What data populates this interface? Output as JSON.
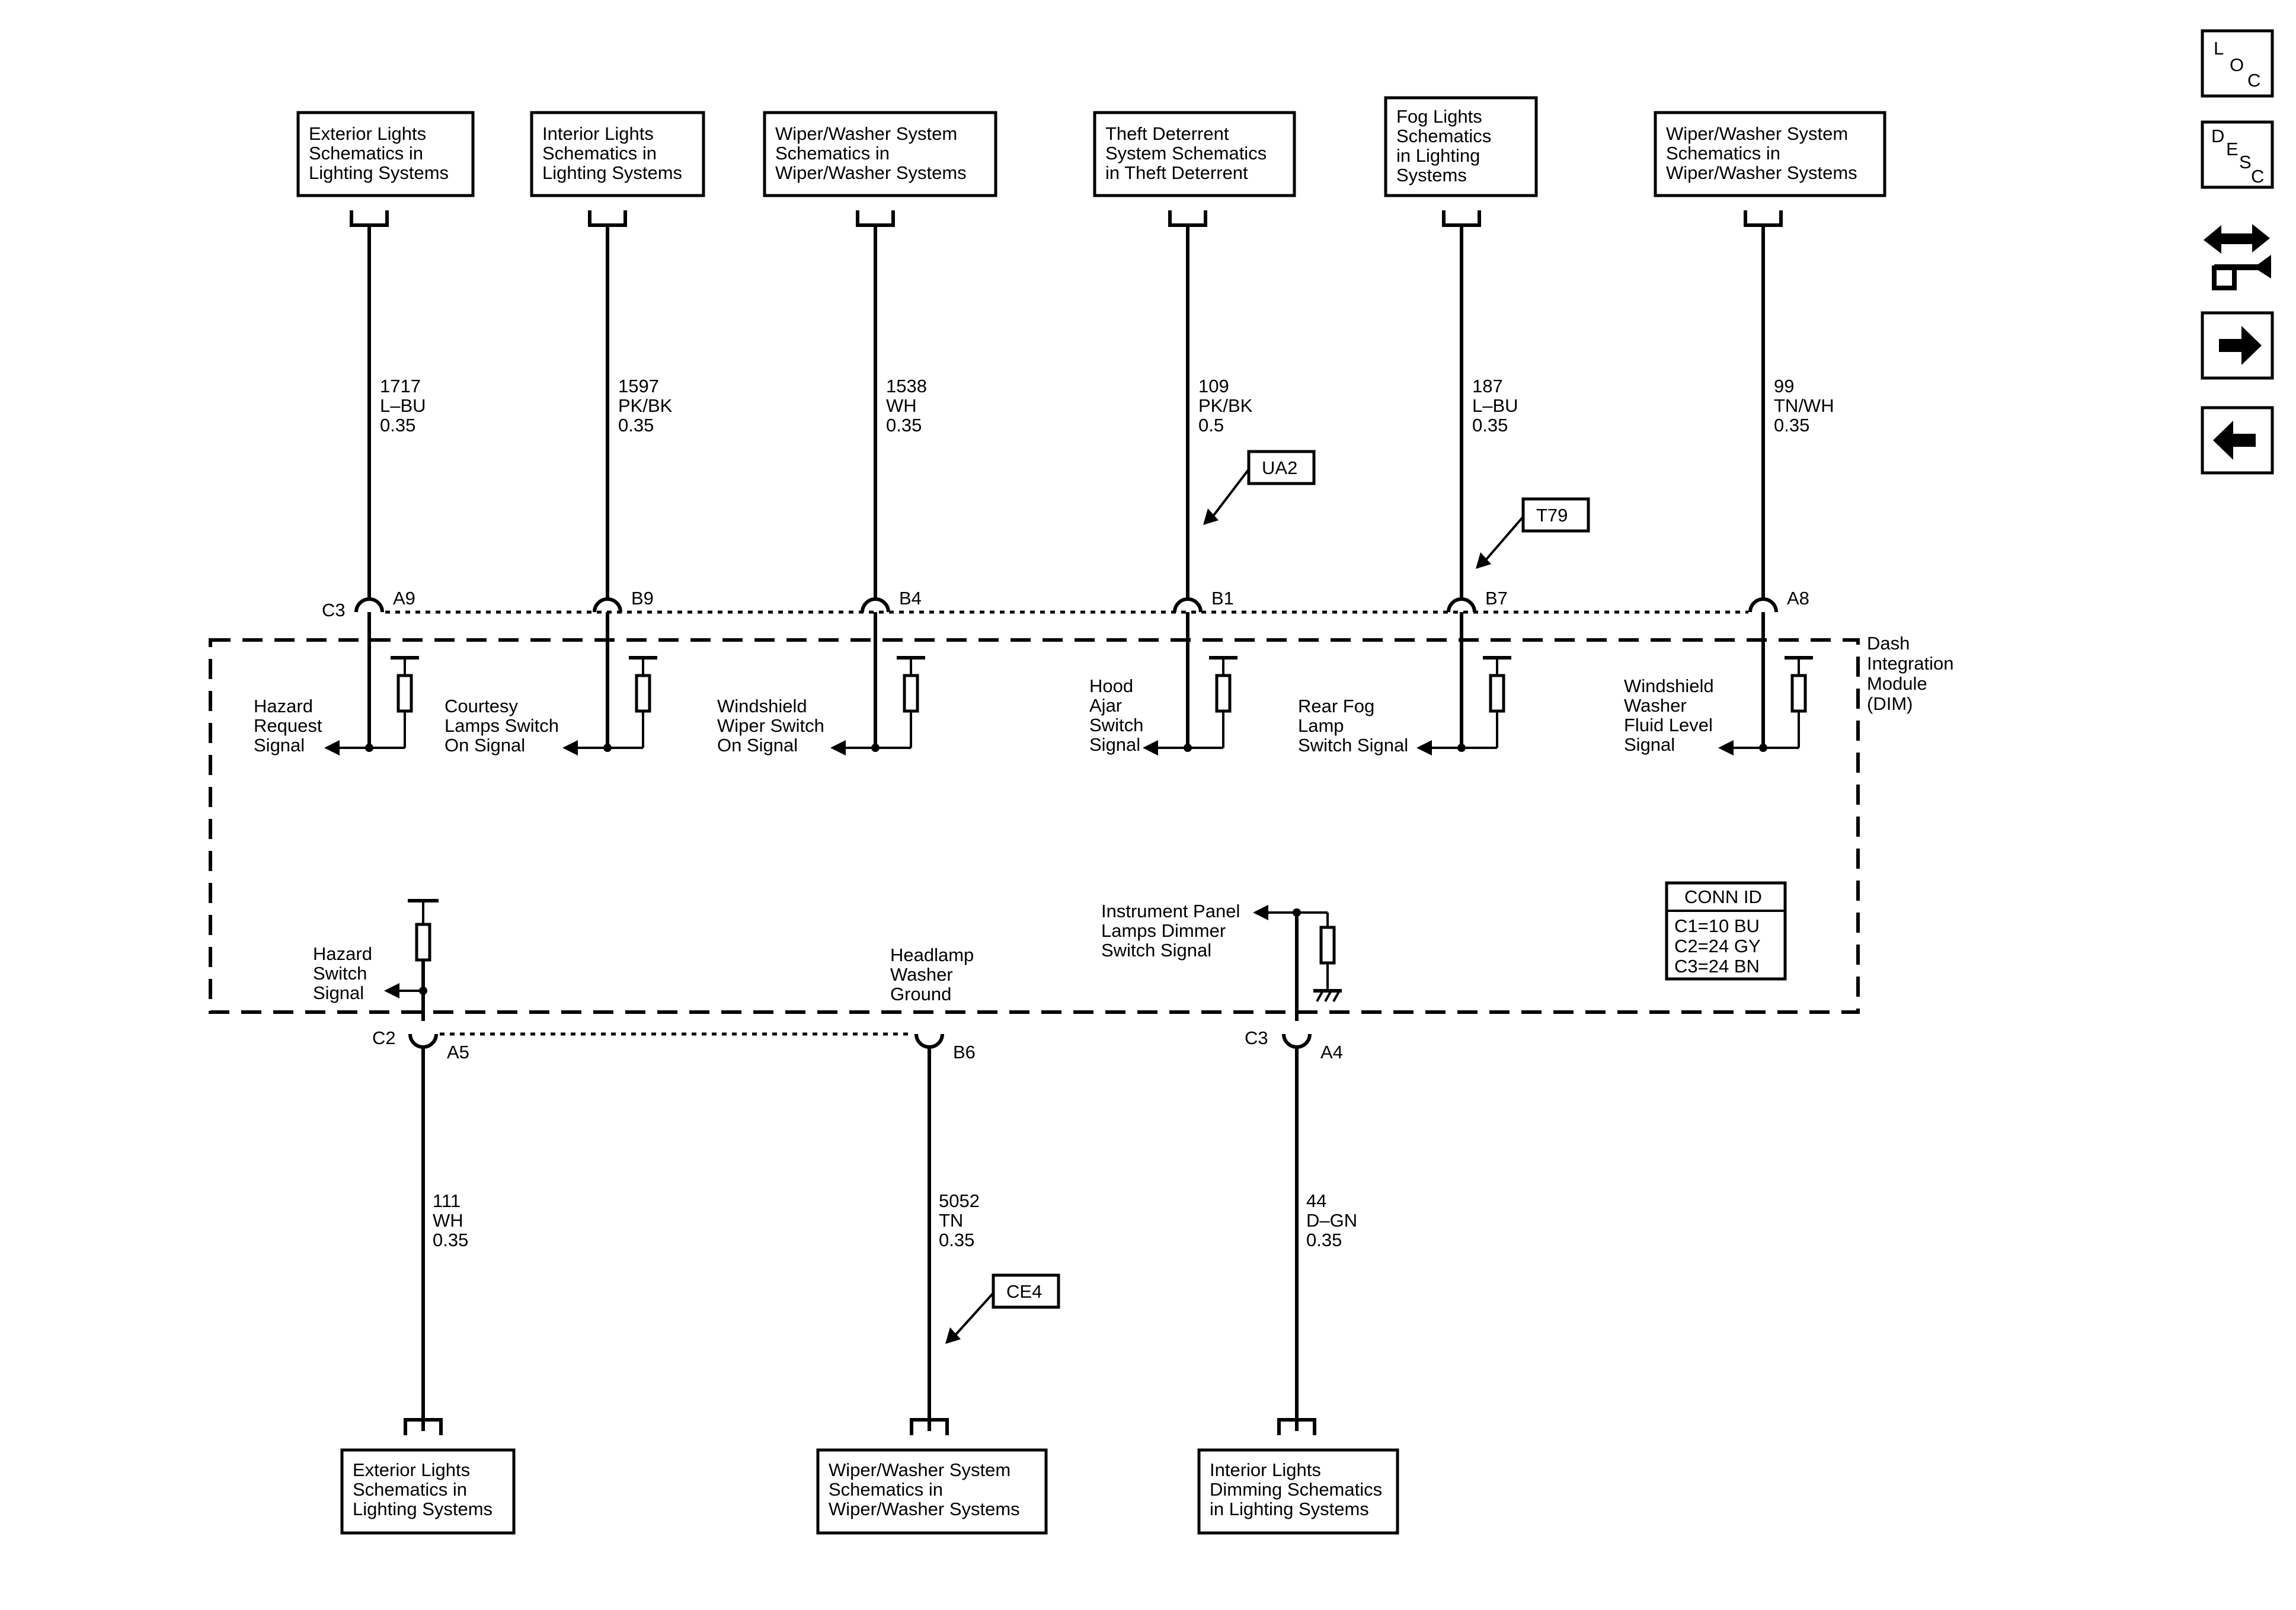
{
  "top_destinations": [
    [
      "Exterior Lights",
      "Schematics in",
      "Lighting Systems"
    ],
    [
      "Interior Lights",
      "Schematics in",
      "Lighting Systems"
    ],
    [
      "Wiper/Washer System",
      "Schematics in",
      "Wiper/Washer Systems"
    ],
    [
      "Theft Deterrent",
      "System Schematics",
      "in Theft Deterrent"
    ],
    [
      "Fog Lights",
      "Schematics",
      "in Lighting",
      "Systems"
    ],
    [
      "Wiper/Washer System",
      "Schematics in",
      "Wiper/Washer Systems"
    ]
  ],
  "top_wires": [
    [
      "1717",
      "L–BU",
      "0.35"
    ],
    [
      "1597",
      "PK/BK",
      "0.35"
    ],
    [
      "1538",
      "WH",
      "0.35"
    ],
    [
      "109",
      "PK/BK",
      "0.5"
    ],
    [
      "187",
      "L–BU",
      "0.35"
    ],
    [
      "99",
      "TN/WH",
      "0.35"
    ]
  ],
  "top_connector": "C3",
  "top_pins": [
    "A9",
    "B9",
    "B4",
    "B1",
    "B7",
    "A8"
  ],
  "top_signals": [
    [
      "Hazard",
      "Request",
      "Signal"
    ],
    [
      "Courtesy",
      "Lamps Switch",
      "On Signal"
    ],
    [
      "Windshield",
      "Wiper Switch",
      "On Signal"
    ],
    [
      "Hood",
      "Ajar",
      "Switch",
      "Signal"
    ],
    [
      "Rear Fog",
      "Lamp",
      "Switch Signal"
    ],
    [
      "Windshield",
      "Washer",
      "Fluid Level",
      "Signal"
    ]
  ],
  "option_tags": [
    "UA2",
    "T79",
    "CE4"
  ],
  "module_name": [
    "Dash",
    "Integration",
    "Module",
    "(DIM)"
  ],
  "conn_id": {
    "title": "CONN ID",
    "rows": [
      "C1=10 BU",
      "C2=24 GY",
      "C3=24 BN"
    ]
  },
  "bottom_signals": {
    "hazard": [
      "Hazard",
      "Switch",
      "Signal"
    ],
    "headlamp": [
      "Headlamp",
      "Washer",
      "Ground"
    ],
    "dimmer": [
      "Instrument Panel",
      "Lamps Dimmer",
      "Switch Signal"
    ]
  },
  "bottom_connectors": [
    "C2",
    "C3"
  ],
  "bottom_pins": [
    "A5",
    "B6",
    "A4"
  ],
  "bottom_wires": [
    [
      "111",
      "WH",
      "0.35"
    ],
    [
      "5052",
      "TN",
      "0.35"
    ],
    [
      "44",
      "D–GN",
      "0.35"
    ]
  ],
  "bottom_destinations": [
    [
      "Exterior Lights",
      "Schematics in",
      "Lighting Systems"
    ],
    [
      "Wiper/Washer System",
      "Schematics in",
      "Wiper/Washer Systems"
    ],
    [
      "Interior Lights",
      "Dimming Schematics",
      "in Lighting Systems"
    ]
  ],
  "nav": {
    "loc": [
      "L",
      "O",
      "C"
    ],
    "desc": [
      "D",
      "E",
      "S",
      "C"
    ],
    "icons": [
      "wiring-diagram-icon",
      "arrow-right-icon",
      "arrow-left-icon"
    ]
  }
}
